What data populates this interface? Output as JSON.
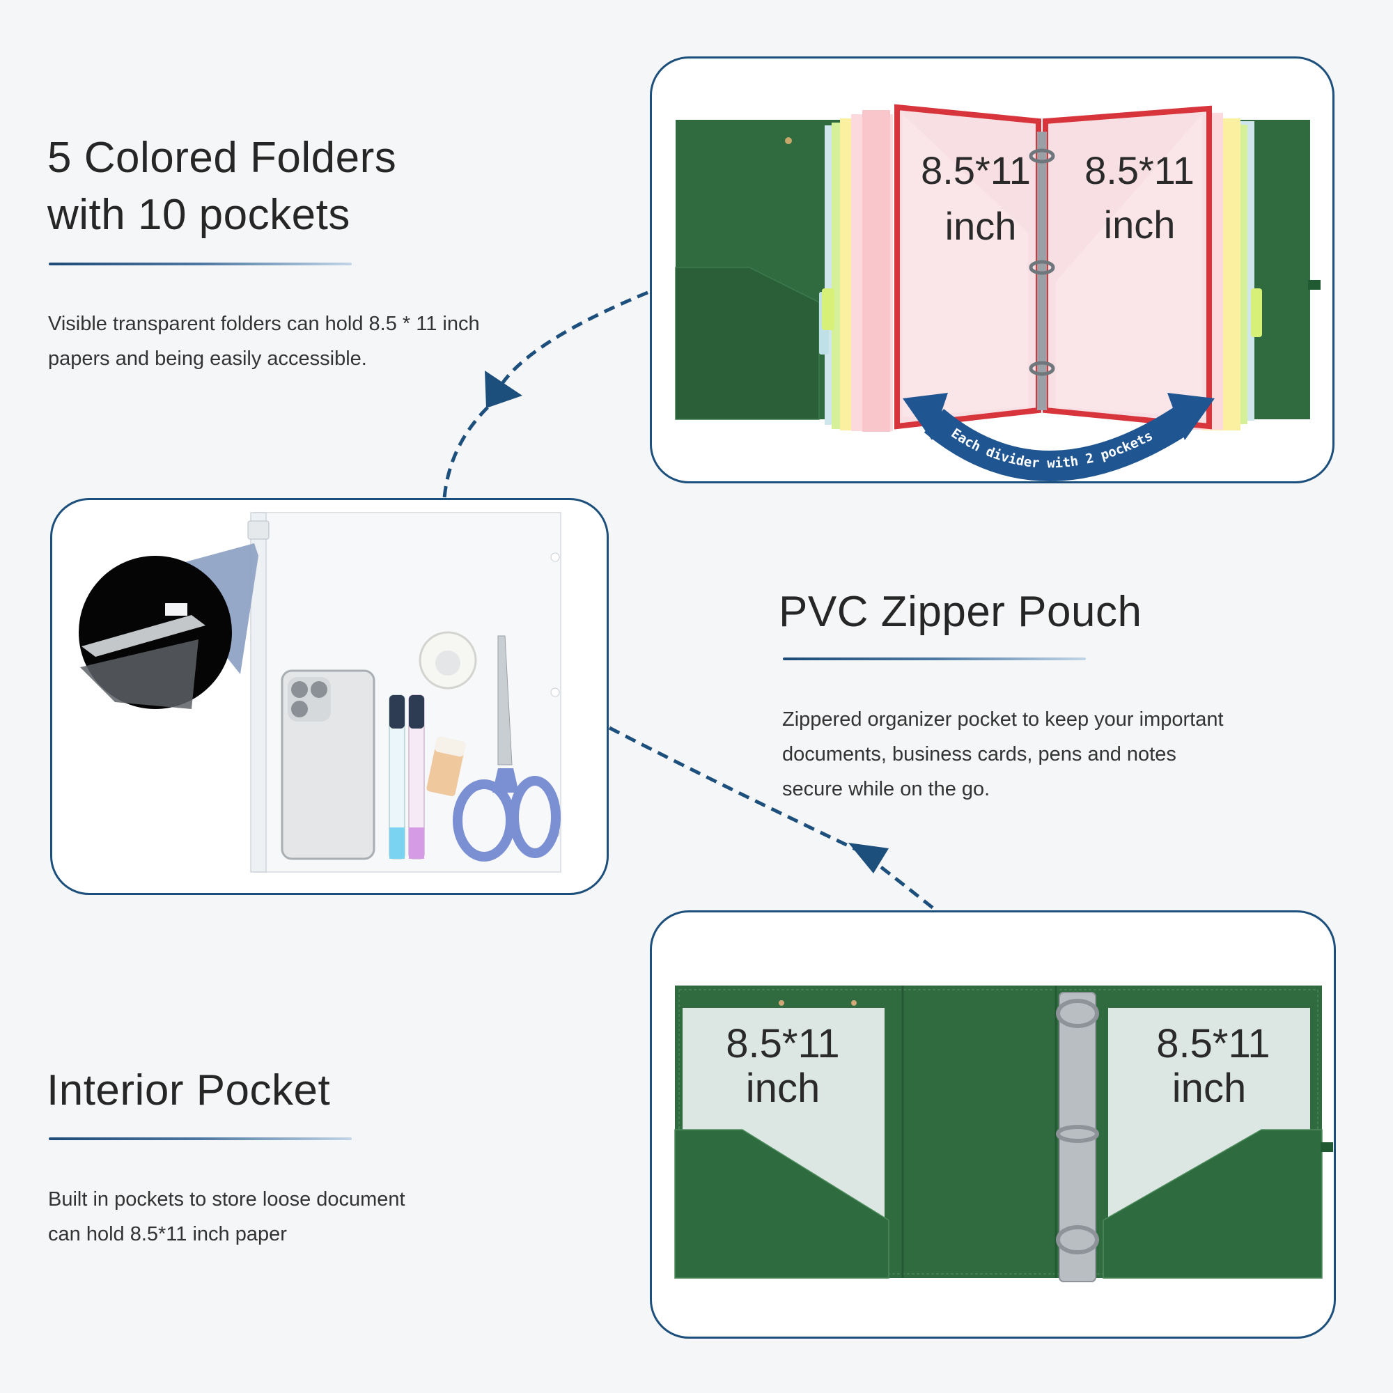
{
  "section_folders": {
    "title_line1": "5 Colored Folders",
    "title_line2": "with 10 pockets",
    "desc_line1": "Visible transparent folders can hold 8.5 * 11 inch",
    "desc_line2": "papers and being easily accessible.",
    "size_left_1": "8.5*11",
    "size_left_2": "inch",
    "size_right_1": "8.5*11",
    "size_right_2": "inch",
    "arc_text": "Each divider with 2 pockets"
  },
  "section_pouch": {
    "title": "PVC Zipper Pouch",
    "desc_line1": "Zippered organizer pocket to keep your important",
    "desc_line2": "documents, business cards, pens and notes",
    "desc_line3": "secure while on the go."
  },
  "section_interior": {
    "title": "Interior Pocket",
    "desc_line1": "Built in pockets to store loose document",
    "desc_line2": "can hold 8.5*11 inch paper",
    "size_left_1": "8.5*11",
    "size_left_2": "inch",
    "size_right_1": "8.5*11",
    "size_right_2": "inch"
  },
  "colors": {
    "accent_navy": "#1d4f7c",
    "binder_green": "#2e6a3f",
    "divider_red": "#d8343c",
    "background": "#f5f6f7"
  }
}
